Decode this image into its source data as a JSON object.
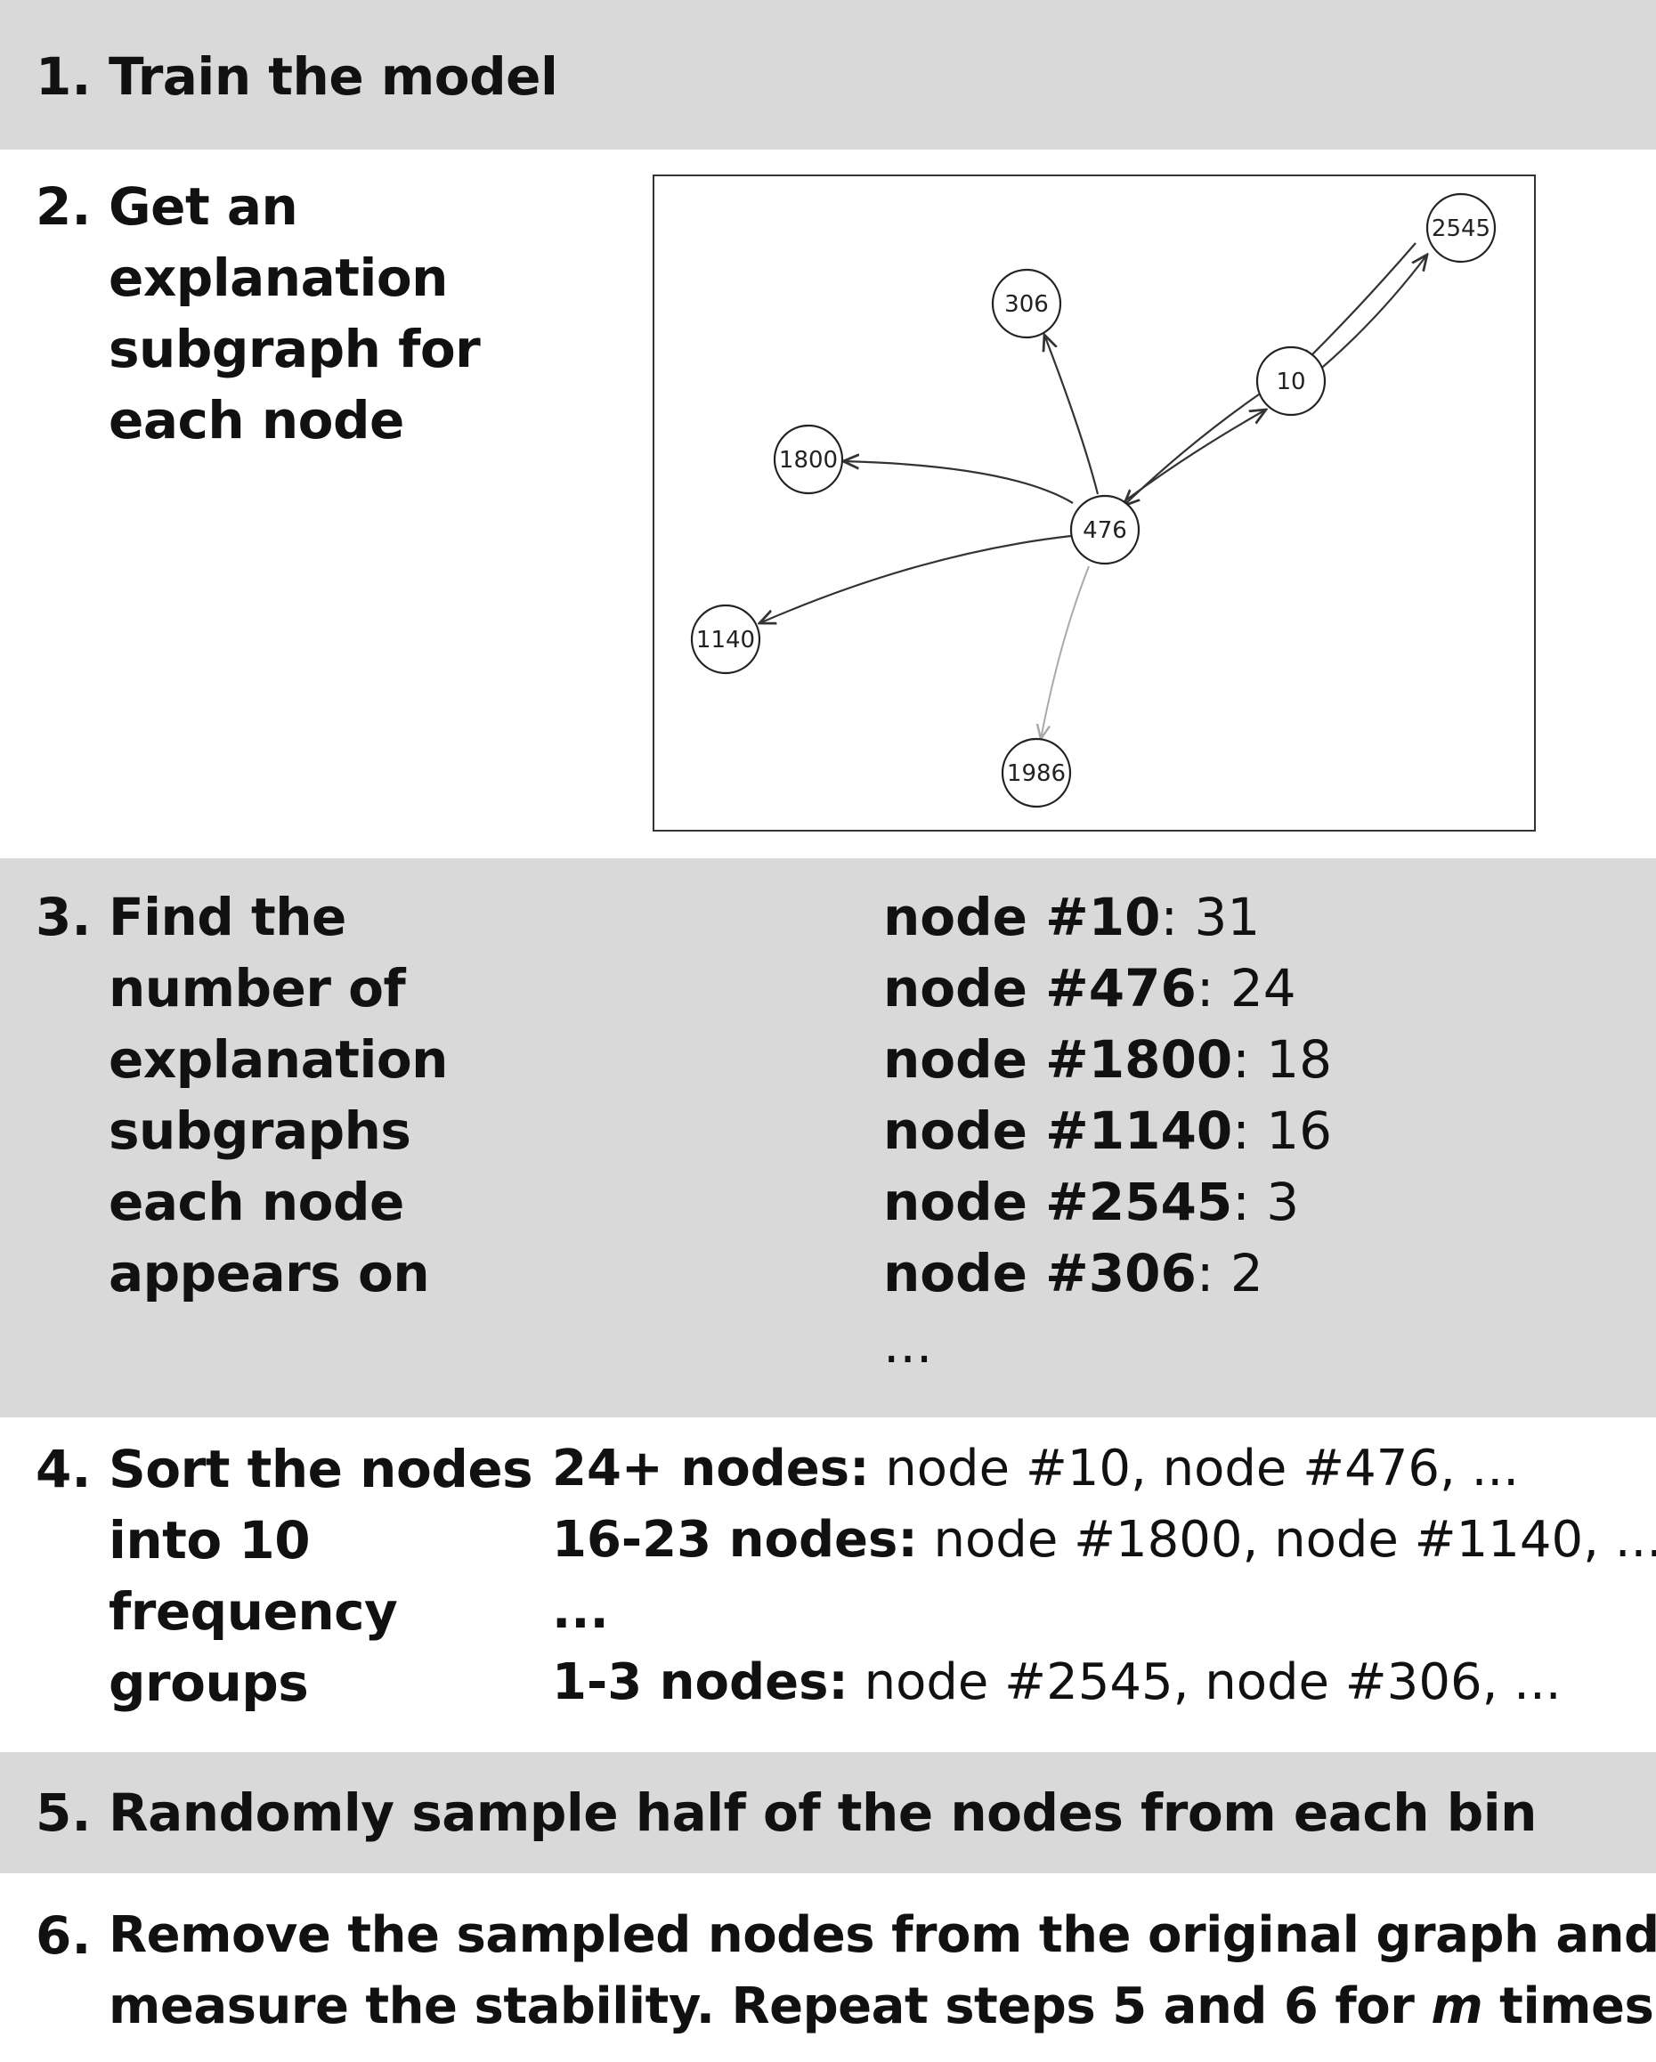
{
  "steps": [
    {
      "number": "1.",
      "lines": [
        "Train the model"
      ]
    },
    {
      "number": "2.",
      "lines": [
        "Get an",
        "explanation",
        "subgraph for",
        "each node"
      ]
    },
    {
      "number": "3.",
      "lines": [
        "Find the",
        "number of",
        "explanation",
        "subgraphs",
        "each node",
        "appears on"
      ]
    },
    {
      "number": "4.",
      "lines": [
        "Sort the nodes",
        "into 10",
        "frequency",
        "groups"
      ]
    },
    {
      "number": "5.",
      "lines": [
        "Randomly sample half of the nodes from each bin"
      ]
    },
    {
      "number": "6.",
      "line1": "Remove the sampled nodes from the original graph and",
      "line2_a": "measure the stability. Repeat steps 5 and 6 for ",
      "line2_m": "m",
      "line2_b": " times."
    }
  ],
  "graph": {
    "nodes": [
      {
        "id": "2545"
      },
      {
        "id": "306"
      },
      {
        "id": "10"
      },
      {
        "id": "1800"
      },
      {
        "id": "476"
      },
      {
        "id": "1140"
      },
      {
        "id": "1986"
      }
    ]
  },
  "counts": [
    {
      "label": "node #10",
      "sep": ": ",
      "value": "31"
    },
    {
      "label": "node #476",
      "sep": ": ",
      "value": "24"
    },
    {
      "label": "node #1800",
      "sep": ": ",
      "value": "18"
    },
    {
      "label": "node #1140",
      "sep": ": ",
      "value": "16"
    },
    {
      "label": "node #2545",
      "sep": ": ",
      "value": "3"
    },
    {
      "label": "node #306",
      "sep": ": ",
      "value": "2"
    }
  ],
  "counts_ellipsis": "...",
  "groups": [
    {
      "label": "24+ nodes:",
      "members": " node #10, node #476, ..."
    },
    {
      "label": "16-23 nodes:",
      "members": " node #1800, node #1140, ..."
    },
    {
      "label": "...",
      "members": ""
    },
    {
      "label": "1-3 nodes:",
      "members": " node #2545, node #306, ..."
    }
  ]
}
